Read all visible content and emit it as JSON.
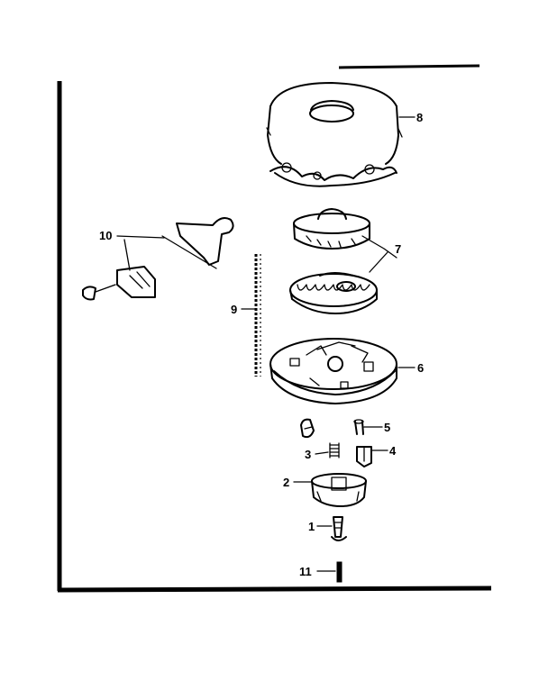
{
  "diagram": {
    "ink_color": "#000000",
    "background_color": "#ffffff",
    "callouts": [
      {
        "id": "1",
        "label": "1",
        "part": "screw"
      },
      {
        "id": "2",
        "label": "2",
        "part": "hub"
      },
      {
        "id": "3",
        "label": "3",
        "part": "spring"
      },
      {
        "id": "4",
        "label": "4",
        "part": "pawl"
      },
      {
        "id": "5",
        "label": "5",
        "part": "small-pin"
      },
      {
        "id": "6",
        "label": "6",
        "part": "pulley"
      },
      {
        "id": "7",
        "label": "7",
        "part": "rewind-spring-assembly"
      },
      {
        "id": "8",
        "label": "8",
        "part": "starter-housing"
      },
      {
        "id": "9",
        "label": "9",
        "part": "starter-rope"
      },
      {
        "id": "10",
        "label": "10",
        "part": "handle-assembly"
      },
      {
        "id": "11",
        "label": "11",
        "part": "pin"
      }
    ]
  }
}
